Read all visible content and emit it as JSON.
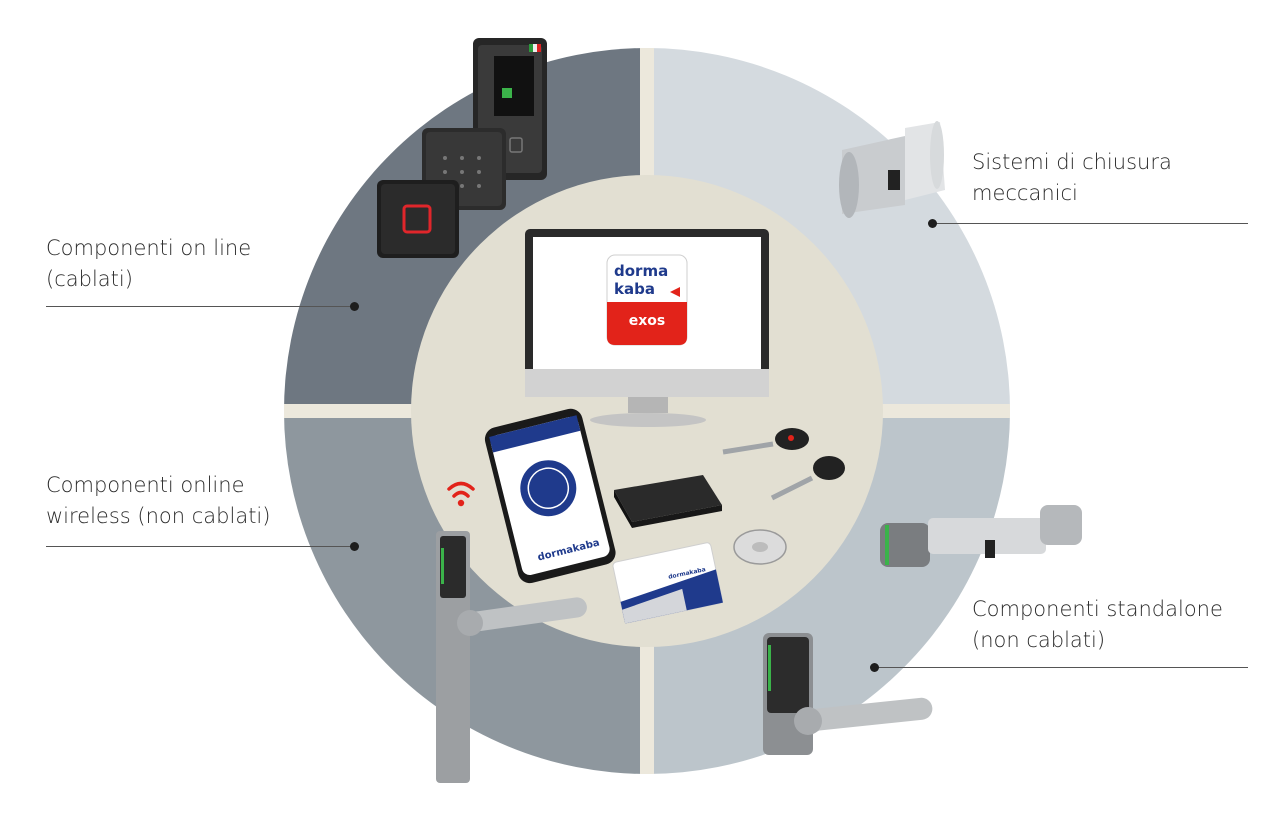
{
  "labels": {
    "online_wired": {
      "line1": "Componenti on line",
      "line2": "(cablati)"
    },
    "mechanical": {
      "line1": "Sistemi di chiusura",
      "line2": "meccanici"
    },
    "online_wireless": {
      "line1": "Componenti online",
      "line2": "wireless (non cablati)"
    },
    "standalone": {
      "line1": "Componenti standalone",
      "line2": "(non cablati)"
    }
  },
  "software": {
    "brand_line1": "dorma",
    "brand_line2": "kaba",
    "product": "exos"
  },
  "phone_brand": "dormakaba",
  "card_brand": "dormakaba",
  "colors": {
    "quadrant_online_wired": "#6e7781",
    "quadrant_mechanical": "#d4dadf",
    "quadrant_online_wireless": "#8e979e",
    "quadrant_standalone": "#bcc5cb",
    "center": "#e2dfd2",
    "cross": "#ece8dc",
    "brand_red": "#e2231a",
    "brand_blue": "#1f3a8c"
  }
}
